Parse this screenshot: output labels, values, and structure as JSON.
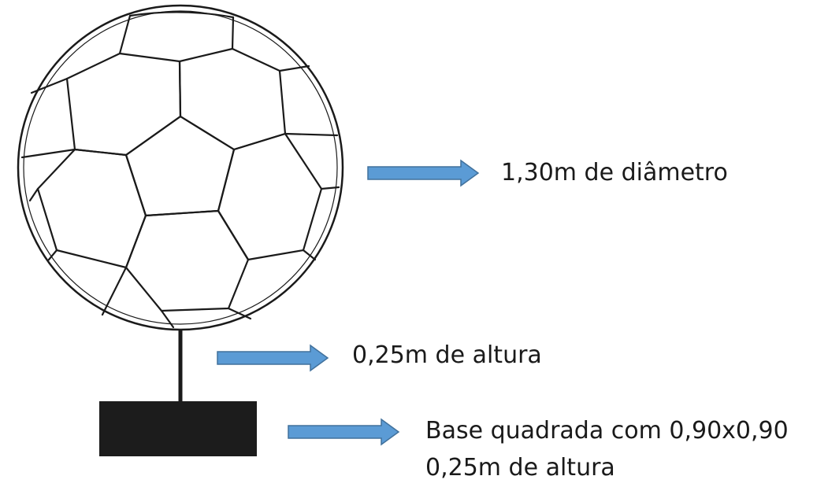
{
  "annotations": {
    "diameter": "1,30m de diâmetro",
    "stem_height": "0,25m de altura",
    "base_size": "Base quadrada com 0,90x0,90",
    "base_height": "0,25m de altura"
  },
  "colors": {
    "arrow": "#5b9bd5",
    "arrow_stroke": "#41719c",
    "outline": "#1a1a1a",
    "base_fill": "#1c1c1c",
    "background": "#ffffff"
  }
}
